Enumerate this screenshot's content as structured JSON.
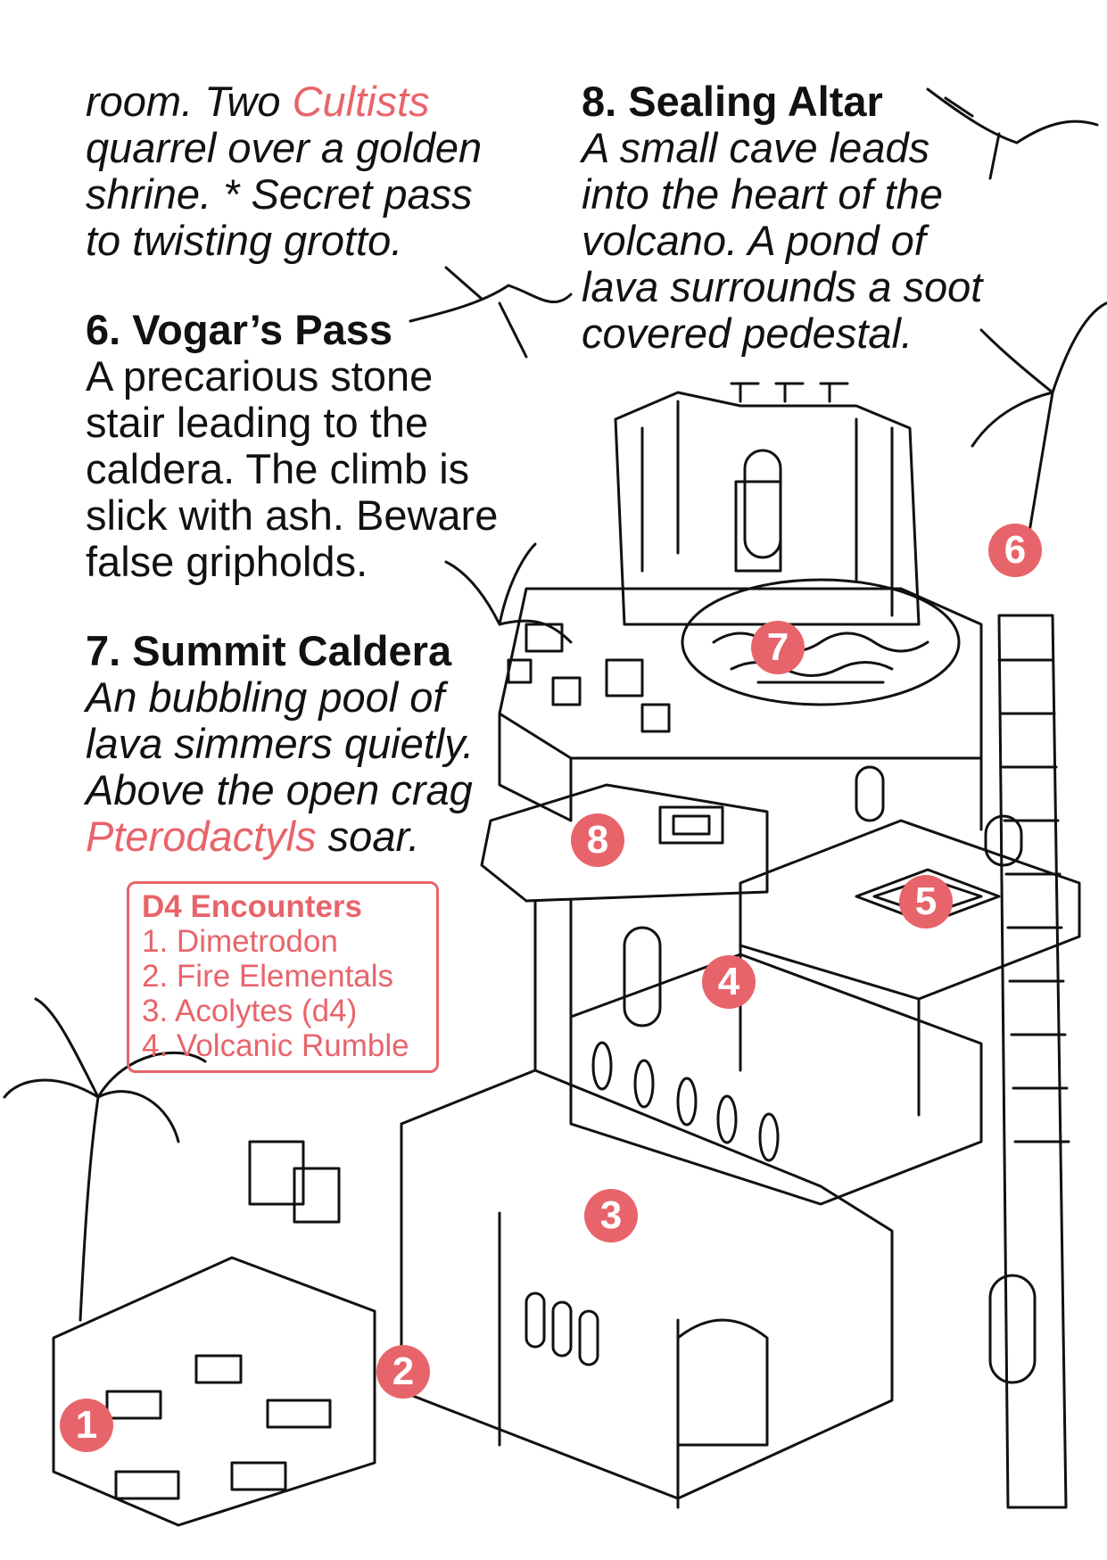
{
  "room5_tail": {
    "a": "room. Two ",
    "cultists": "Cultists",
    "b": "quarrel over a golden",
    "c": "shrine. * Secret pass",
    "d": "to twisting grotto."
  },
  "room6": {
    "title": "6. Vogar’s Pass",
    "lines": [
      "A precarious stone",
      "stair leading to the",
      "caldera. The climb is",
      "slick with ash. Beware",
      "false gripholds."
    ]
  },
  "room7": {
    "title": "7. Summit Caldera",
    "l1": "An bubbling pool of",
    "l2": "lava simmers quietly.",
    "l3": "Above the open crag",
    "pterodactyls": "Pterodactyls",
    "l4_tail": " soar."
  },
  "room8": {
    "title": "8. Sealing Altar",
    "lines": [
      "A small cave leads",
      "into the heart of the",
      "volcano. A pond of",
      "lava surrounds a soot",
      "covered pedestal."
    ]
  },
  "encounters": {
    "title": "D4 Encounters",
    "items": [
      "1. Dimetrodon",
      "2. Fire Elementals",
      "3. Acolytes (d4)",
      "4. Volcanic Rumble"
    ]
  },
  "markers": [
    "1",
    "2",
    "3",
    "4",
    "5",
    "6",
    "7",
    "8"
  ],
  "colors": {
    "accent": "#e8646b",
    "ink": "#111111",
    "paper": "#ffffff"
  }
}
